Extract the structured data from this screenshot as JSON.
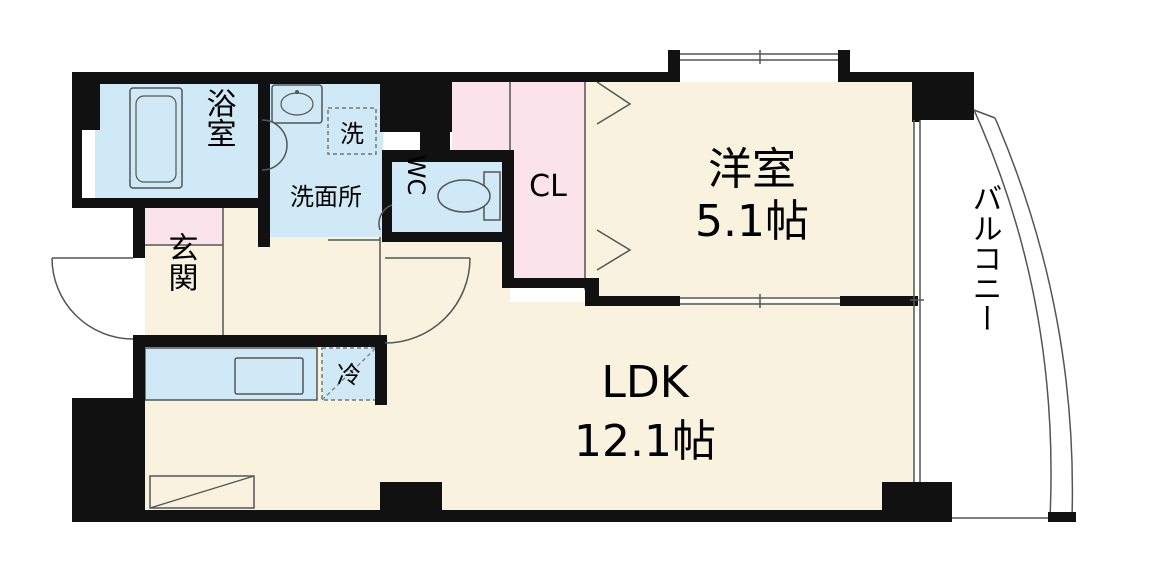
{
  "colors": {
    "wall": "#111111",
    "floor": "#f8f2de",
    "wet": "#cfe9f6",
    "closet": "#fbe3ec",
    "line": "#555555"
  },
  "rooms": {
    "bath": {
      "label": "浴室"
    },
    "washroom": {
      "label": "洗面所"
    },
    "washer": {
      "label": "洗"
    },
    "wc": {
      "label": "WC"
    },
    "closet": {
      "label": "CL"
    },
    "western_room": {
      "name": "洋室",
      "size": "5.1帖"
    },
    "entrance": {
      "label": "玄関"
    },
    "fridge": {
      "label": "冷"
    },
    "ldk": {
      "name": "LDK",
      "size": "12.1帖"
    },
    "balcony": {
      "label": "バルコニー"
    }
  }
}
